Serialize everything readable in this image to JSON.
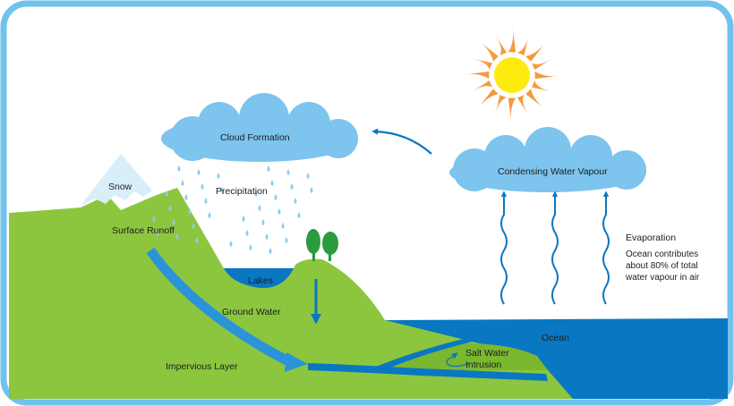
{
  "colors": {
    "frame": "#6fc3ee",
    "land": "#8cc63f",
    "land_dark": "#76b52e",
    "water": "#0a77c2",
    "water_light": "#2b94d8",
    "cloud": "#7dc4ee",
    "rain": "#8ccbee",
    "sun_core": "#fdea0f",
    "sun_rays": "#f59a3c",
    "snow": "#d8eef9",
    "tree": "#2a9b3e"
  },
  "labels": {
    "snow": "Snow",
    "cloud_formation": "Cloud Formation",
    "precipitation": "Precipitation",
    "condensing": "Condensing Water Vapour",
    "surface_runoff": "Surface Runoff",
    "lakes": "Lakes",
    "ground_water": "Ground Water",
    "impervious_layer": "Impervious Layer",
    "ocean": "Ocean",
    "salt_water_line1": "Salt Water",
    "salt_water_line2": "Intrusion",
    "evaporation": "Evaporation",
    "ocean_note_line1": "Ocean contributes",
    "ocean_note_line2": "about 80% of total",
    "ocean_note_line3": "water vapour in air"
  },
  "icons": [
    "sun-icon",
    "tree-icon",
    "cloud-icon",
    "raindrop-icon",
    "arrow-icon",
    "wavy-arrow-icon"
  ]
}
